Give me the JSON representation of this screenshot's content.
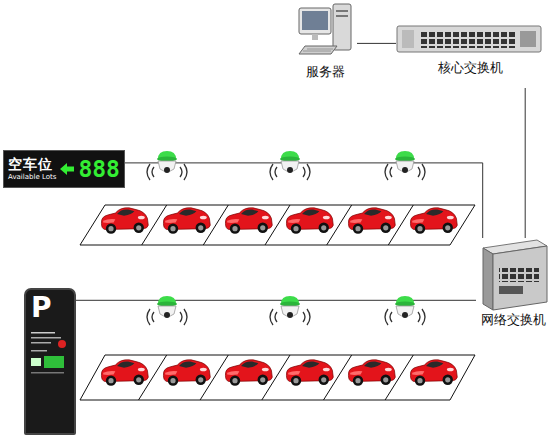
{
  "diagram": {
    "nodes": [
      {
        "text": [
          "服务器"
        ]
      },
      {
        "text": [
          "核心交换机"
        ]
      },
      {
        "text": [
          "空车位",
          "Available Lots",
          "888"
        ]
      },
      {
        "text": [
          "网络交换机"
        ]
      },
      {
        "text": [
          "P"
        ]
      }
    ],
    "edges": [
      {
        "from": 0,
        "to": 1,
        "arrow": "none"
      },
      {
        "from": 1,
        "to": 3,
        "arrow": "none"
      },
      {
        "from": 2,
        "to": 3,
        "arrow": "none"
      },
      {
        "from": 4,
        "to": 3,
        "arrow": "none"
      }
    ]
  }
}
